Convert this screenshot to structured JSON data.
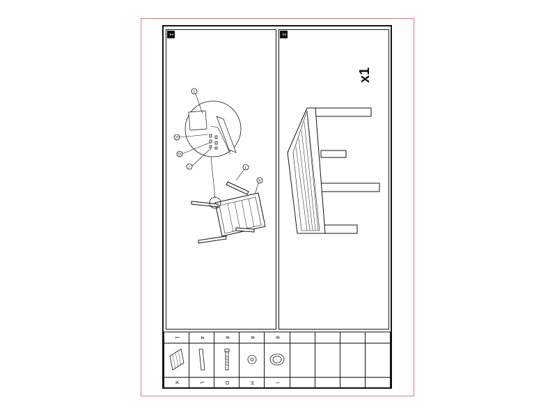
{
  "steps": [
    {
      "number": "1",
      "callouts": [
        "L",
        "H",
        "O",
        "I",
        "L",
        "K"
      ]
    },
    {
      "number": "2",
      "quantity": "x1"
    }
  ],
  "parts": [
    {
      "code": "K",
      "qty": "1",
      "icon": "slatted-panel-icon"
    },
    {
      "code": "L",
      "qty": "4",
      "icon": "leg-icon"
    },
    {
      "code": "O",
      "qty": "8",
      "icon": "bolt-icon"
    },
    {
      "code": "H",
      "qty": "8",
      "icon": "washer-icon"
    },
    {
      "code": "I",
      "qty": "8",
      "icon": "barrel-nut-icon"
    },
    {
      "code": "",
      "qty": "",
      "icon": ""
    },
    {
      "code": "",
      "qty": "",
      "icon": ""
    },
    {
      "code": "",
      "qty": "",
      "icon": ""
    },
    {
      "code": "",
      "qty": "",
      "icon": ""
    }
  ],
  "colors": {
    "page_border": "#c98080",
    "line": "#111111"
  }
}
